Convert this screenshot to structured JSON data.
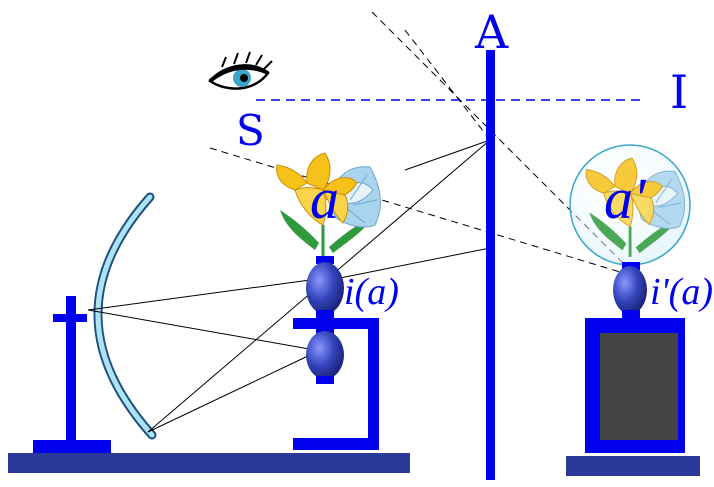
{
  "labels": {
    "mirror_top": "A",
    "screen_right": "I",
    "eye_point": "S",
    "object": "a",
    "image": "a'",
    "object_vase": "i(a)",
    "image_vase": "i'(a)"
  },
  "colors": {
    "blue": "#0000ee",
    "navy": "#2b3a9a",
    "mirror_cyan": "#aee4f2",
    "vase_blue": "#3344bb",
    "box_gray": "#444444",
    "petal_yellow": "#f6c21a",
    "petal_blue": "#a9d4ee",
    "leaf_green": "#2f9a3c"
  },
  "icons": [
    "eye-icon",
    "flower-bouquet-icon",
    "vase-icon",
    "cross-post-icon"
  ]
}
